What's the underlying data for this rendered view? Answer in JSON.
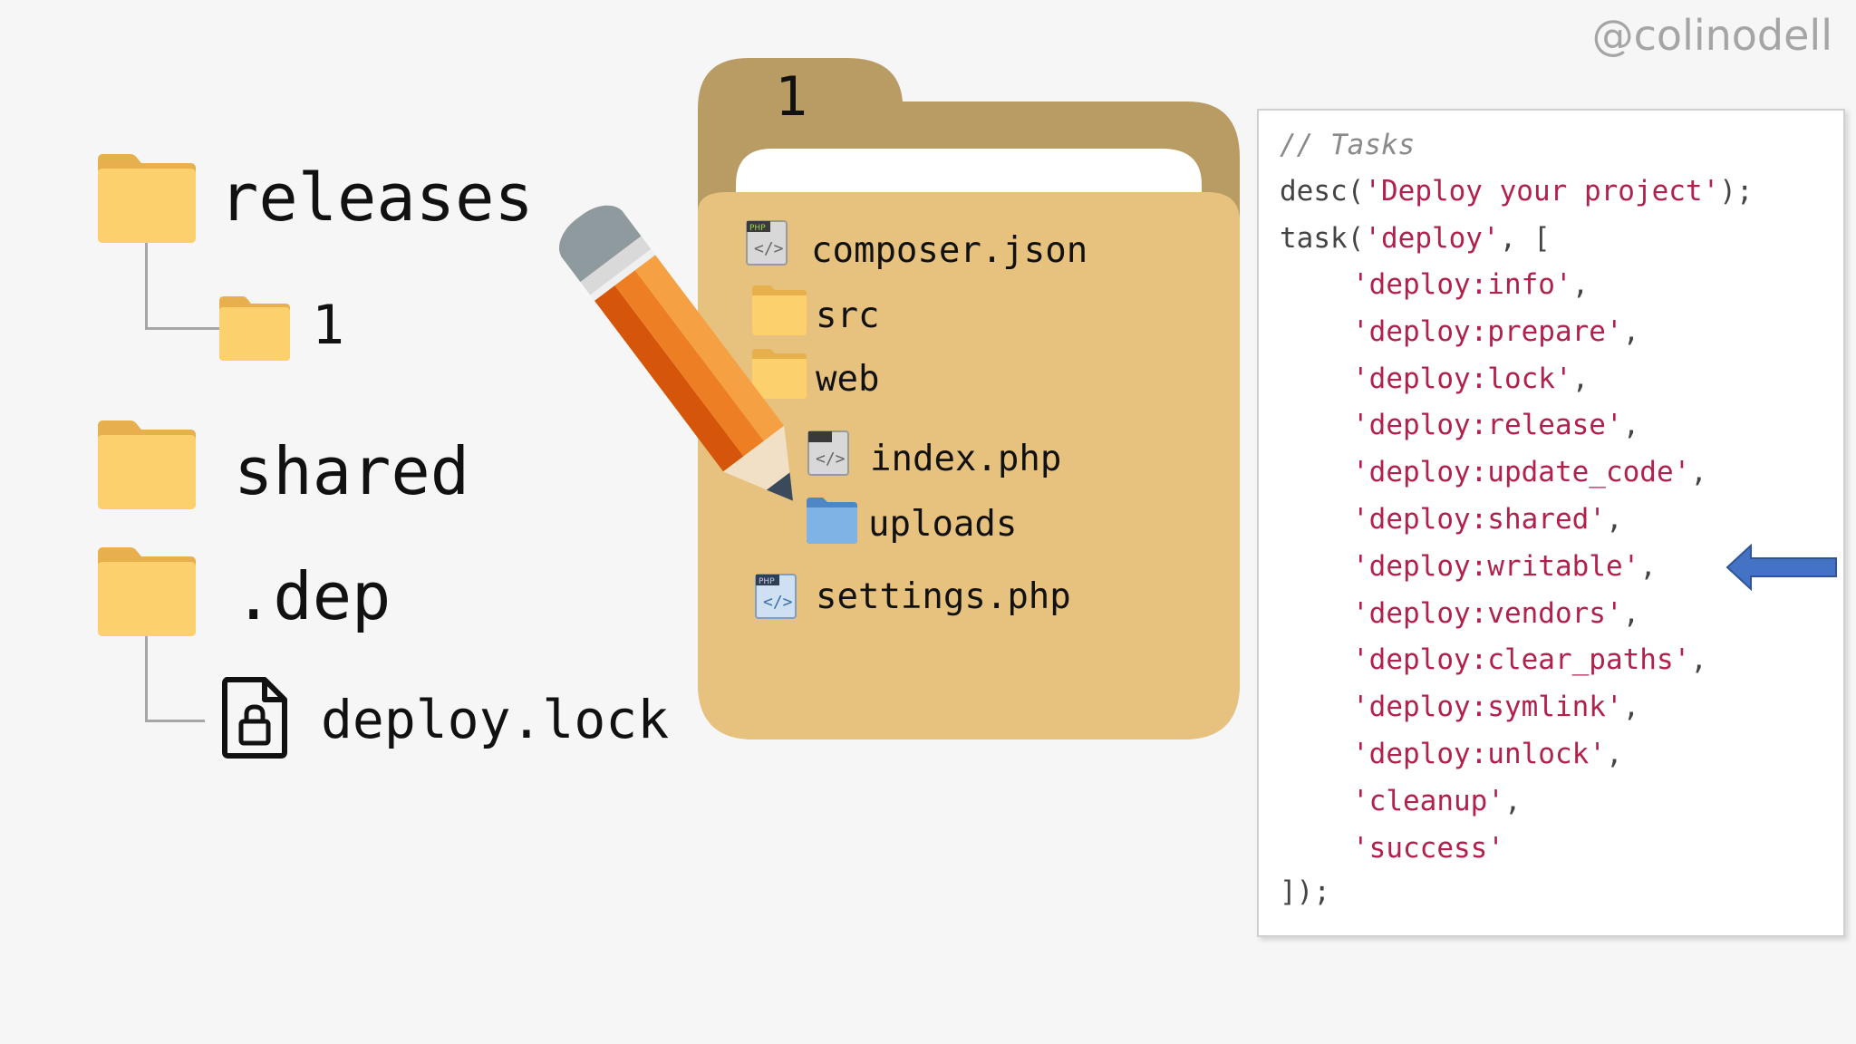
{
  "handle": "@colinodell",
  "tree": {
    "releases": "releases",
    "release_1": "1",
    "shared": "shared",
    "dep": ".dep",
    "deploy_lock": "deploy.lock"
  },
  "folder": {
    "title": "1",
    "files": [
      {
        "name": "composer.json",
        "icon": "php-file-icon"
      },
      {
        "name": "src",
        "icon": "folder-icon"
      },
      {
        "name": "web",
        "icon": "folder-icon"
      },
      {
        "name": "index.php",
        "icon": "php-file-icon"
      },
      {
        "name": "uploads",
        "icon": "folder-icon"
      },
      {
        "name": "settings.php",
        "icon": "php-file-icon"
      }
    ]
  },
  "code": {
    "comment": "// Tasks",
    "desc_prefix": "desc(",
    "desc_string": "'Deploy your project'",
    "desc_suffix": ");",
    "task_prefix": "task(",
    "task_string": "'deploy'",
    "task_suffix": ", [",
    "items": [
      "'deploy:info'",
      "'deploy:prepare'",
      "'deploy:lock'",
      "'deploy:release'",
      "'deploy:update_code'",
      "'deploy:shared'",
      "'deploy:writable'",
      "'deploy:vendors'",
      "'deploy:clear_paths'",
      "'deploy:symlink'",
      "'deploy:unlock'",
      "'cleanup'",
      "'success'"
    ],
    "item_seps": [
      ",",
      ",",
      ",",
      ",",
      ",",
      ",",
      ",",
      ",",
      ",",
      ",",
      ",",
      ",",
      ""
    ],
    "closing": "]);"
  },
  "colors": {
    "folder_yellow": "#fdd06e",
    "big_folder_back": "#b99c63",
    "big_folder_front": "#e7c27f",
    "code_string": "#b0224c",
    "arrow_blue": "#4472c4"
  }
}
